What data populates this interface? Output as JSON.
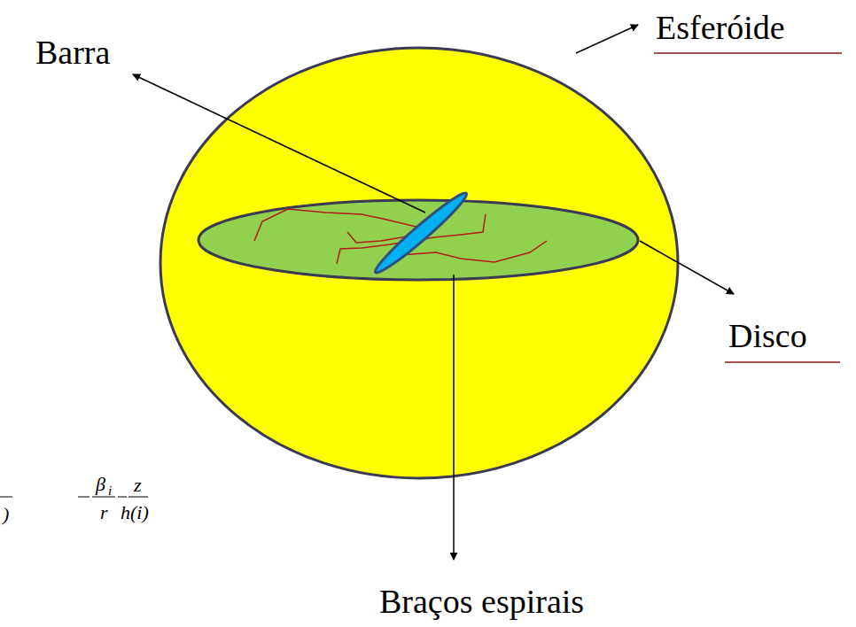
{
  "diagram": {
    "labels": [
      "Esferóide",
      "Barra",
      "Disco",
      "Braços espirais",
      ")",
      "β",
      "i",
      "r",
      "z",
      "h(i)"
    ]
  }
}
